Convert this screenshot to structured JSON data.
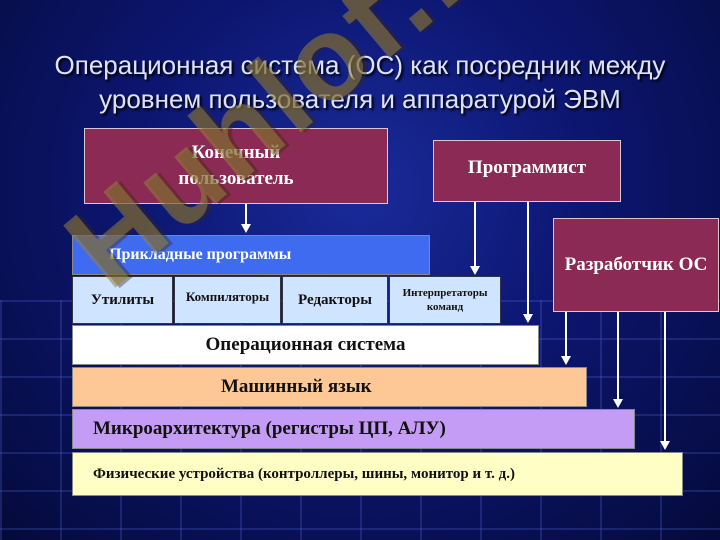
{
  "title": "Операционная система (ОС) как посредник между уровнем пользователя и аппаратурой ЭВМ",
  "watermark": "Huhlof.ru",
  "roles": {
    "end_user": "Конечный пользователь",
    "programmer": "Программист",
    "os_developer": "Разработчик ОС"
  },
  "layers": {
    "applications": "Прикладные программы",
    "utilities": "Утилиты",
    "compilers": "Компиляторы",
    "editors": "Редакторы",
    "interpreters": "Интерпретаторы команд",
    "os": "Операционная система",
    "machine_language": "Машинный язык",
    "microarchitecture": "Микроархитектура (регистры ЦП, АЛУ)",
    "physical_devices": "Физические устройства (контроллеры, шины, монитор и т. д.)"
  },
  "colors": {
    "role_box": "#8b2a55",
    "applications": "#3f6bf0",
    "system_programs": "#cfe4ff",
    "os": "#ffffff",
    "machine_language": "#fdc896",
    "microarchitecture": "#c49cf5",
    "physical_devices": "#fffec4"
  }
}
